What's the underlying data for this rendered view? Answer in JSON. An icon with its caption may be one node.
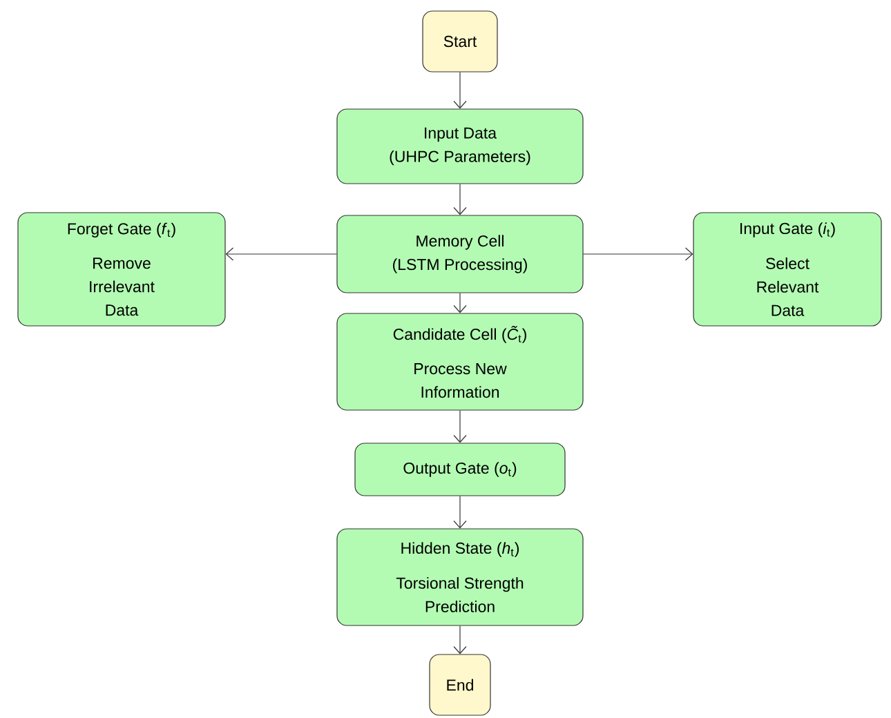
{
  "diagram": {
    "nodes": [
      {
        "text": [
          "Start"
        ]
      },
      {
        "text": [
          "Input Data",
          "(UHPC Parameters)"
        ]
      },
      {
        "text": [
          "Memory Cell",
          "(LSTM Processing)"
        ]
      },
      {
        "text": [
          "Forget Gate (*f*$_{t}$)",
          "Remove Irrelevant Data"
        ]
      },
      {
        "text": [
          "Input Gate (*i*$_{t}$)",
          "Select Relevant Data"
        ]
      },
      {
        "text": [
          "Candidate Cell (*C̃*$_{t}$)",
          "Process New Information"
        ]
      },
      {
        "text": [
          "Output Gate (*o*$_{t}$)"
        ]
      },
      {
        "text": [
          "Hidden State (*h*$_{t}$)",
          "Torsional Strength Prediction"
        ]
      },
      {
        "text": [
          "End"
        ]
      }
    ],
    "edges": [
      {
        "from": 0,
        "to": 1,
        "arrow": "to"
      },
      {
        "from": 1,
        "to": 2,
        "arrow": "to"
      },
      {
        "from": 2,
        "to": 3,
        "arrow": "to"
      },
      {
        "from": 2,
        "to": 4,
        "arrow": "to"
      },
      {
        "from": 2,
        "to": 5,
        "arrow": "to"
      },
      {
        "from": 5,
        "to": 6,
        "arrow": "to"
      },
      {
        "from": 6,
        "to": 7,
        "arrow": "to"
      },
      {
        "from": 7,
        "to": 8,
        "arrow": "to"
      }
    ]
  }
}
